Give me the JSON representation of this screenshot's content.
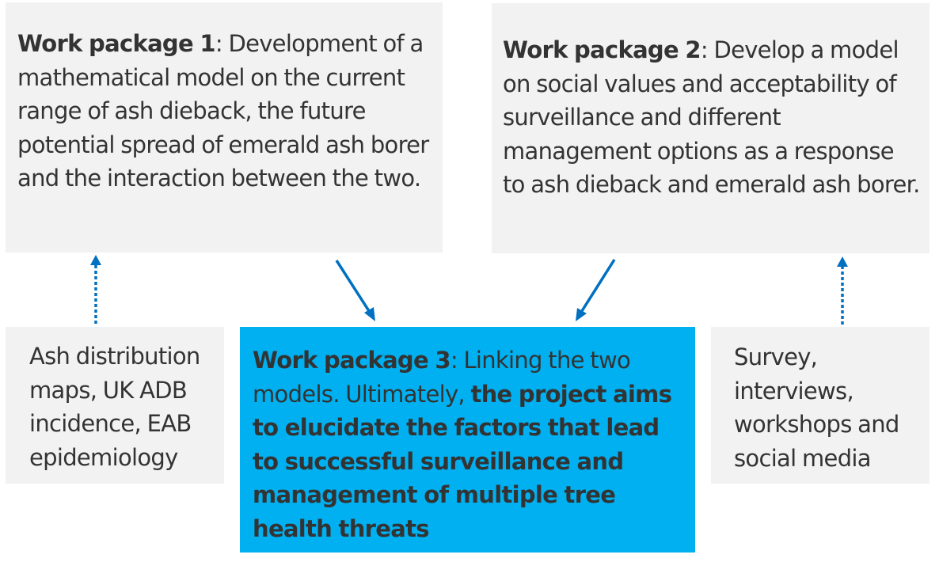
{
  "work_package_1": {
    "title": "Work package 1",
    "separator": ": ",
    "text": "Development of a mathematical model on the current range of ash dieback, the future potential spread of emerald ash borer and the interaction between the two."
  },
  "work_package_2": {
    "title": "Work package 2",
    "separator": ": ",
    "text": "Develop a model on social values and acceptability of surveillance and different management options as a response to ash dieback and emerald ash borer."
  },
  "work_package_3": {
    "title": "Work package 3",
    "separator": ": ",
    "text": "Linking the two models. Ultimately, ",
    "aim": "the project aims to elucidate the factors that lead to successful surveillance and management of multiple tree health threats"
  },
  "input_left": {
    "text": "Ash distribution maps, UK ADB incidence, EAB epidemiology"
  },
  "input_right": {
    "text": "Survey, interviews, workshops and social media"
  },
  "colors": {
    "box_fill": "#f2f2f2",
    "highlight_fill": "#00b0f0",
    "arrow": "#0070c0",
    "text": "#333333"
  }
}
